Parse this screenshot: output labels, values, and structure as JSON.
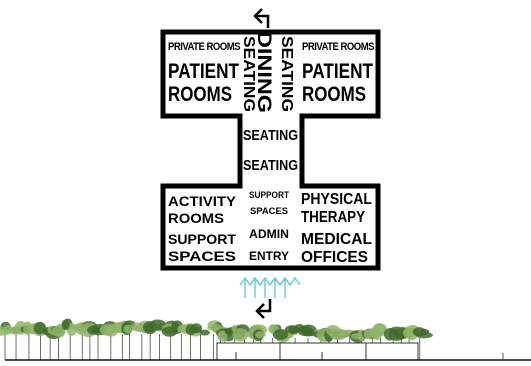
{
  "diagram": {
    "left_top": {
      "private_rooms": "PRIVATE ROOMS",
      "patient": "PATIENT",
      "rooms": "ROOMS"
    },
    "right_top": {
      "private_rooms": "PRIVATE ROOMS",
      "patient": "PATIENT",
      "rooms": "ROOMS"
    },
    "vertical": {
      "seating_left": "SEATING",
      "dining": "DINING",
      "seating_right": "SEATING"
    },
    "center": {
      "seating_1": "SEATING",
      "seating_2": "SEATING",
      "support": "SUPPORT",
      "spaces": "SPACES",
      "admin": "ADMIN",
      "entry": "ENTRY"
    },
    "left_bottom": {
      "activity": "ACTIVITY",
      "rooms": "ROOMS",
      "support": "SUPPORT",
      "spaces": "SPACES"
    },
    "right_bottom": {
      "physical": "PHYSICAL",
      "therapy": "THERAPY",
      "medical": "MEDICAL",
      "offices": "OFFICES"
    }
  },
  "colors": {
    "outline": "#000000",
    "entry_arrows": "#5cc6cf",
    "trees_dark": "#3f6a2b",
    "trees_light": "#8fb46a",
    "trunk": "#4a4a3a"
  },
  "icons": {
    "top_arrow": "turn-left-arrow-icon",
    "bottom_arrow": "turn-left-arrow-icon",
    "entry": "triple-up-arrow-icon"
  }
}
